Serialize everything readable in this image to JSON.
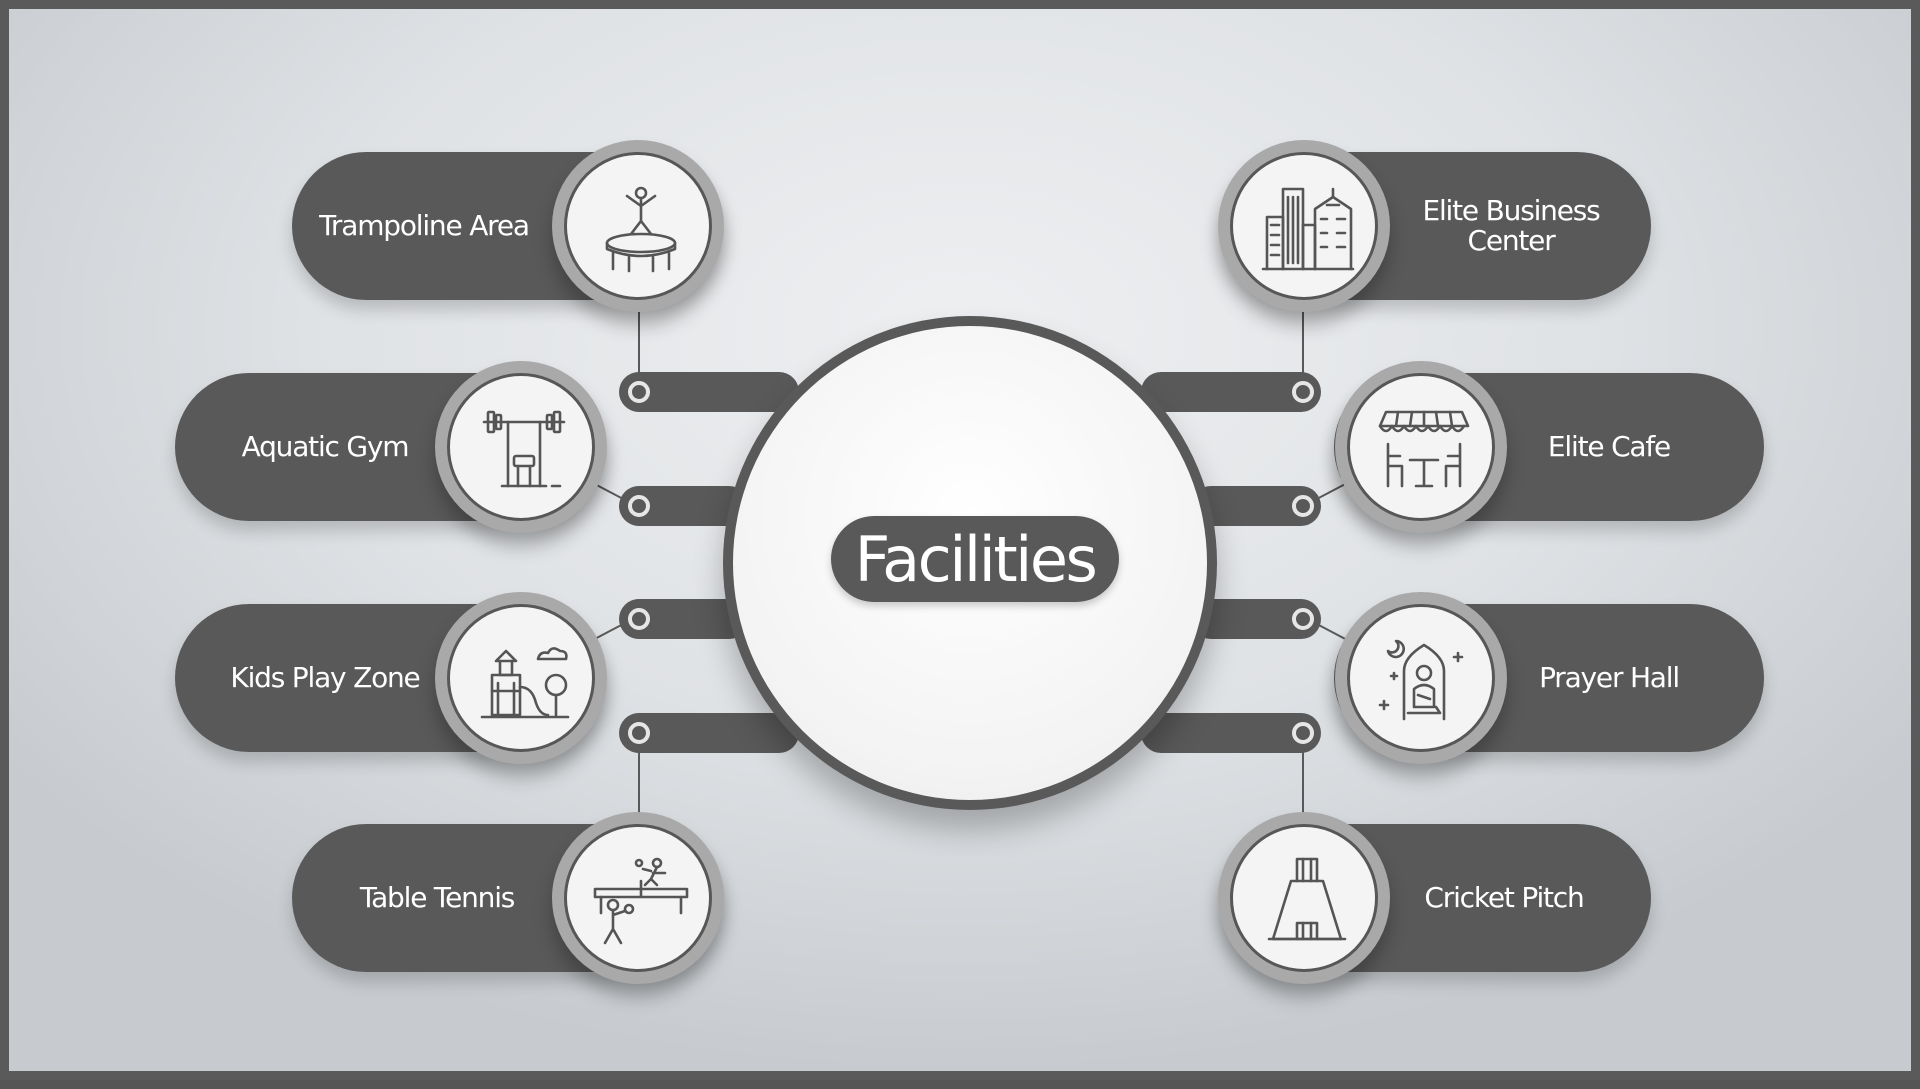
{
  "center": {
    "title": "Facilities"
  },
  "facilities": {
    "trampoline": {
      "label": "Trampoline Area",
      "icon": "trampoline-icon"
    },
    "gym": {
      "label": "Aquatic Gym",
      "icon": "weightlifting-icon"
    },
    "kids": {
      "label": "Kids Play Zone",
      "icon": "playground-icon"
    },
    "tennis": {
      "label": "Table Tennis",
      "icon": "table-tennis-icon"
    },
    "business": {
      "label": "Elite Business\nCenter",
      "icon": "city-buildings-icon"
    },
    "cafe": {
      "label": "Elite Cafe",
      "icon": "cafe-icon"
    },
    "prayer": {
      "label": "Prayer Hall",
      "icon": "prayer-icon"
    },
    "cricket": {
      "label": "Cricket Pitch",
      "icon": "cricket-pitch-icon"
    }
  },
  "colors": {
    "primary": "#595959",
    "ring": "#a9a9a9",
    "disc": "#f4f4f4",
    "background": "#dfe2e5"
  }
}
